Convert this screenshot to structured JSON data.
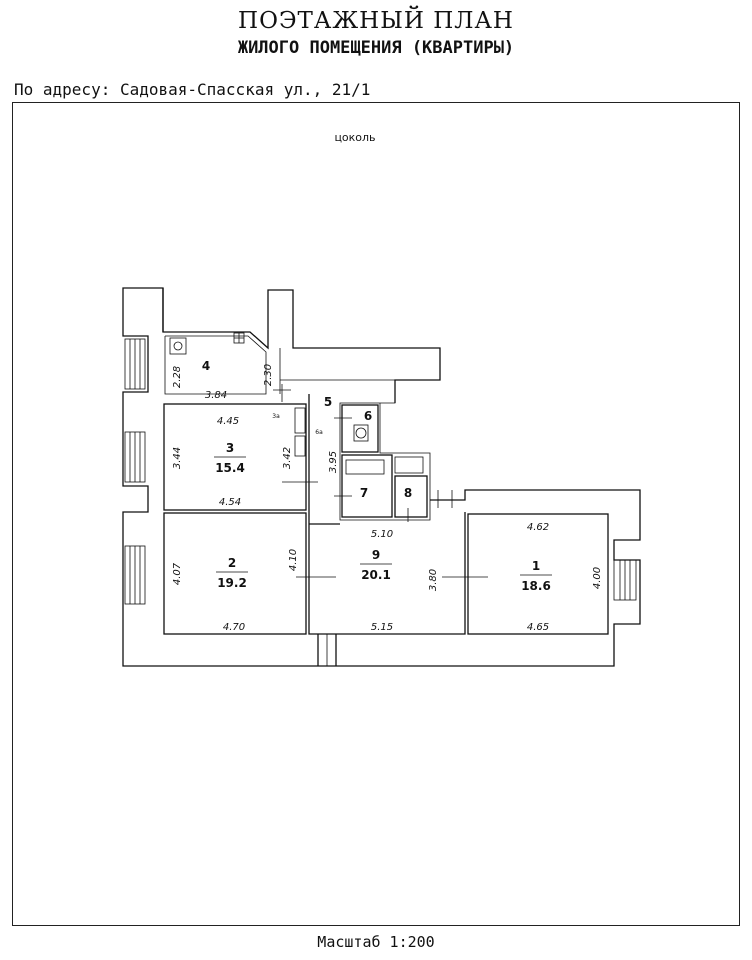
{
  "header": {
    "title": "ПОЭТАЖНЫЙ ПЛАН",
    "subtitle": "ЖИЛОГО ПОМЕЩЕНИЯ (КВАРТИРЫ)",
    "address": "По адресу: Садовая-Спасская ул., 21/1"
  },
  "floor_label": "цоколь",
  "scale": "Масштаб 1:200",
  "rooms": {
    "r1": {
      "number": "1",
      "area": "18.6"
    },
    "r2": {
      "number": "2",
      "area": "19.2"
    },
    "r3": {
      "number": "3",
      "area": "15.4"
    },
    "r4": {
      "number": "4"
    },
    "r5": {
      "number": "5"
    },
    "r6": {
      "number": "6"
    },
    "r7": {
      "number": "7"
    },
    "r8": {
      "number": "8"
    },
    "r9": {
      "number": "9",
      "area": "20.1"
    },
    "r3a": {
      "number": "3а"
    },
    "r6a": {
      "number": "6а"
    }
  },
  "dimensions": {
    "d_228": "2.28",
    "d_384": "3.84",
    "d_230": "2.30",
    "d_445": "4.45",
    "d_344": "3.44",
    "d_342": "3.42",
    "d_454": "4.54",
    "d_395": "3.95",
    "d_510": "5.10",
    "d_407": "4.07",
    "d_470": "4.70",
    "d_410": "4.10",
    "d_380": "3.80",
    "d_515": "5.15",
    "d_462": "4.62",
    "d_400": "4.00",
    "d_465": "4.65"
  }
}
